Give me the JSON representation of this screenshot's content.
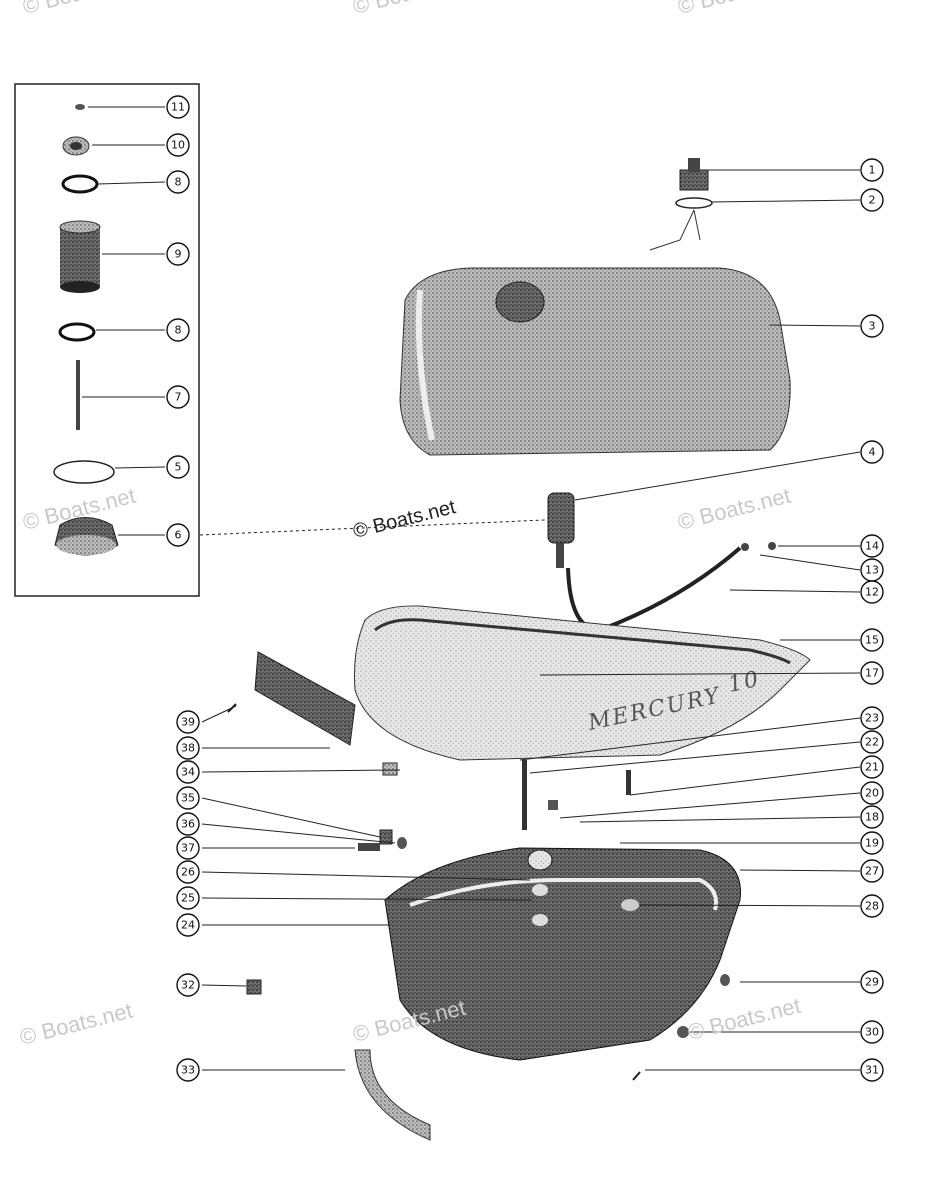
{
  "diagram": {
    "watermark": "© Boats.net",
    "brand_text": "MERCURY",
    "model_text": "10",
    "callouts": [
      "11",
      "10",
      "8",
      "9",
      "8",
      "7",
      "5",
      "6",
      "1",
      "2",
      "3",
      "4",
      "14",
      "13",
      "12",
      "15",
      "17",
      "39",
      "38",
      "23",
      "22",
      "34",
      "21",
      "35",
      "20",
      "36",
      "18",
      "37",
      "19",
      "26",
      "27",
      "25",
      "28",
      "24",
      "32",
      "29",
      "30",
      "33",
      "31"
    ]
  }
}
